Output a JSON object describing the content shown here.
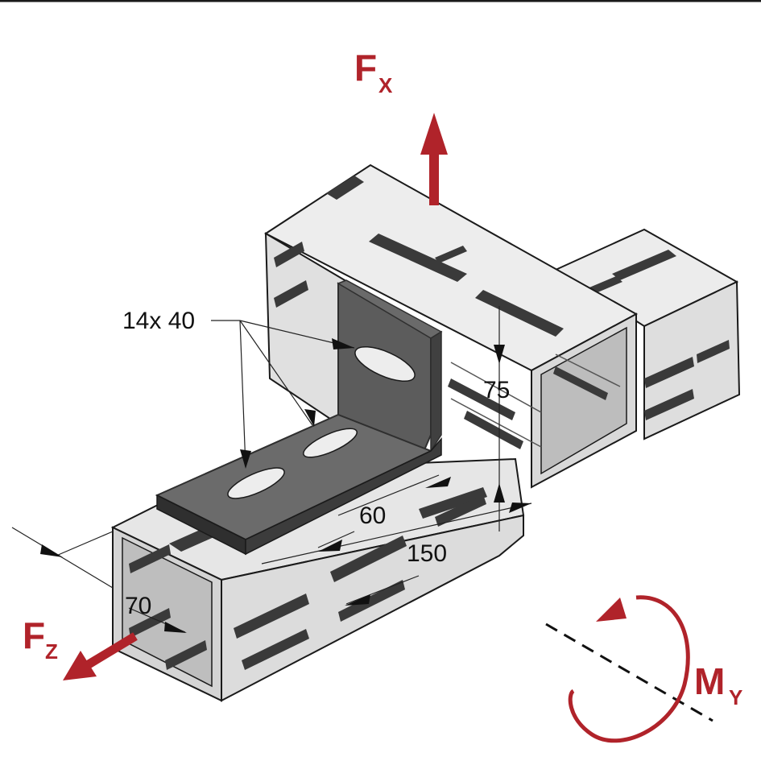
{
  "labels": {
    "slot": "14x 40",
    "dim_75": "75",
    "dim_60": "60",
    "dim_150": "150",
    "dim_70": "70"
  },
  "forces": {
    "fx": {
      "main": "F",
      "sub": "X"
    },
    "fz": {
      "main": "F",
      "sub": "Z"
    },
    "my": {
      "main": "M",
      "sub": "Y"
    }
  },
  "colors": {
    "force": "#b0232a",
    "rail_face": "#e4e4e4",
    "rail_face_light": "#f0f0f0",
    "rail_face_dark": "#cfcfcf",
    "rail_interior": "#c8c8c8",
    "slot_dark": "#3a3a3a",
    "bracket": "#5a5a5a",
    "bracket_edge": "#2f2f2f",
    "outline": "#1a1a1a",
    "dimension": "#222222"
  }
}
